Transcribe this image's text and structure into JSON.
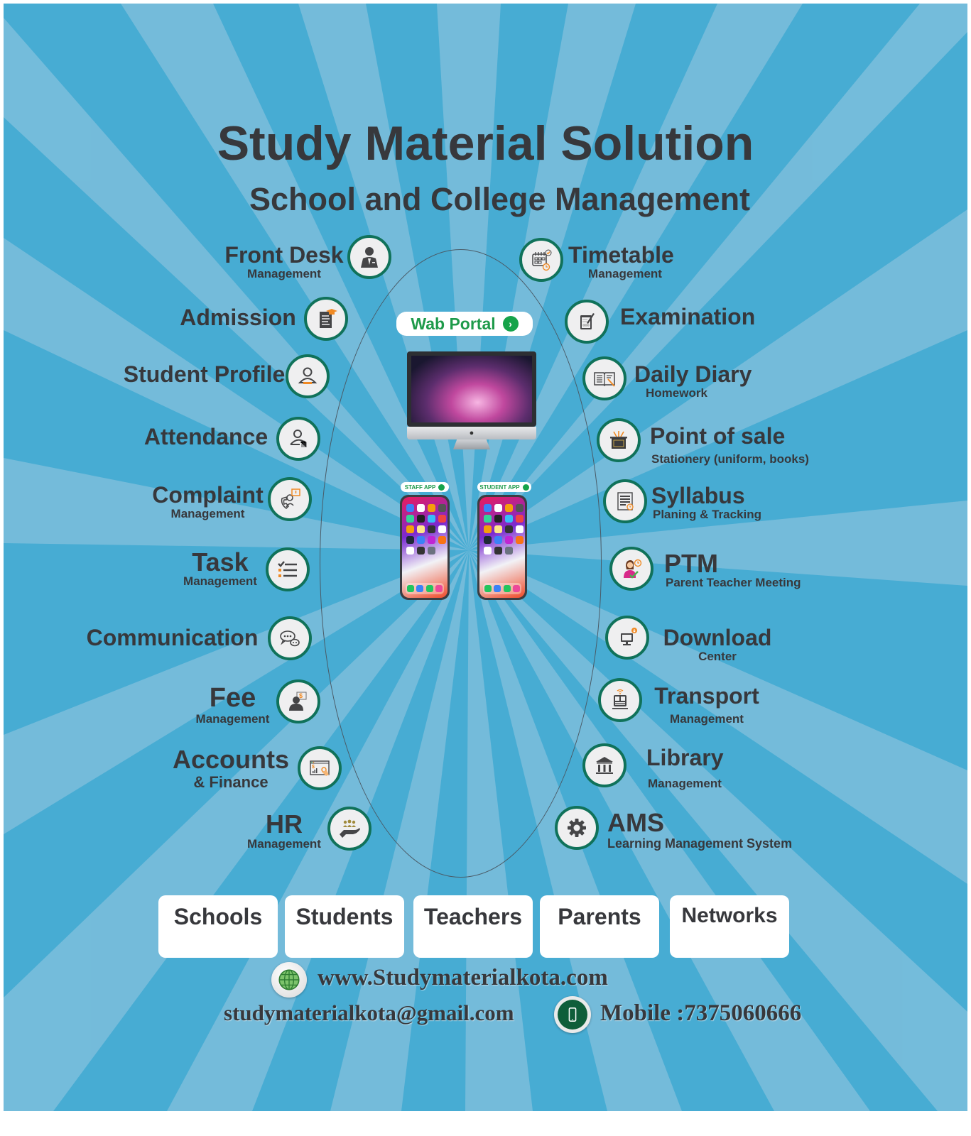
{
  "header": {
    "title": "Study Material Solution",
    "subtitle": "School and College Management"
  },
  "colors": {
    "background": "#47acd3",
    "ray_light": "#7dbedc",
    "text_dark": "#37383c",
    "icon_ring": "#10725a",
    "icon_fill": "#efeff0",
    "accent_orange": "#f08a24",
    "accent_green": "#1e9a4a"
  },
  "center": {
    "web_portal_label": "Wab Portal",
    "staff_app_label": "STAFF APP",
    "student_app_label": "STUDENT APP"
  },
  "features_left": [
    {
      "title": "Front Desk",
      "subtitle": "Management",
      "icon": "receptionist-icon"
    },
    {
      "title": "Admission",
      "subtitle": "",
      "icon": "admission-form-icon"
    },
    {
      "title": "Student Profile",
      "subtitle": "",
      "icon": "user-profile-icon"
    },
    {
      "title": "Attendance",
      "subtitle": "",
      "icon": "fingerprint-user-icon"
    },
    {
      "title": "Complaint",
      "subtitle": "Management",
      "icon": "phone-complaint-icon"
    },
    {
      "title": "Task",
      "subtitle": "Management",
      "icon": "checklist-icon"
    },
    {
      "title": "Communication",
      "subtitle": "",
      "icon": "chat-bubbles-icon"
    },
    {
      "title": "Fee",
      "subtitle": "Management",
      "icon": "fee-payment-icon"
    },
    {
      "title": "Accounts",
      "subtitle": "& Finance",
      "icon": "finance-dashboard-icon"
    },
    {
      "title": "HR",
      "subtitle": "Management",
      "icon": "hr-people-hand-icon"
    }
  ],
  "features_right": [
    {
      "title": "Timetable",
      "subtitle": "Management",
      "icon": "calendar-clock-icon"
    },
    {
      "title": "Examination",
      "subtitle": "",
      "icon": "exam-pen-icon"
    },
    {
      "title": "Daily Diary",
      "subtitle": "Homework",
      "icon": "open-book-icon"
    },
    {
      "title": "Point of sale",
      "subtitle": "Stationery (uniform, books)",
      "icon": "pos-box-icon"
    },
    {
      "title": "Syllabus",
      "subtitle": "Planing & Tracking",
      "icon": "syllabus-list-icon"
    },
    {
      "title": "PTM",
      "subtitle": "Parent Teacher Meeting",
      "icon": "parent-meeting-icon"
    },
    {
      "title": "Download",
      "subtitle": "Center",
      "icon": "download-monitor-icon"
    },
    {
      "title": "Transport",
      "subtitle": "Management",
      "icon": "bus-icon"
    },
    {
      "title": "Library",
      "subtitle": "Management",
      "icon": "library-building-icon"
    },
    {
      "title": "AMS",
      "subtitle": "Learning Management System",
      "icon": "gear-icon"
    }
  ],
  "audiences": [
    "Schools",
    "Students",
    "Teachers",
    "Parents",
    "Networks"
  ],
  "contact": {
    "website": "www.Studymaterialkota.com",
    "email": "studymaterialkota@gmail.com",
    "mobile": "Mobile :7375060666"
  }
}
